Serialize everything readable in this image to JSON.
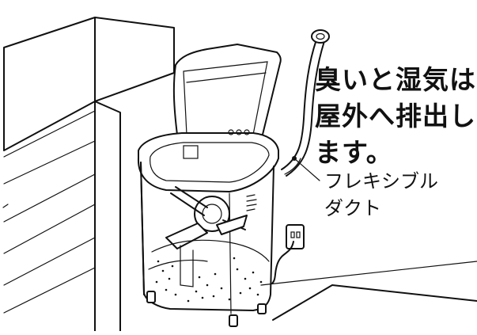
{
  "caption": {
    "lines": [
      "臭いと湿気は",
      "屋外へ排出し",
      "ます。"
    ]
  },
  "duct_label": {
    "lines": [
      "フレキシブル",
      "ダクト"
    ]
  }
}
